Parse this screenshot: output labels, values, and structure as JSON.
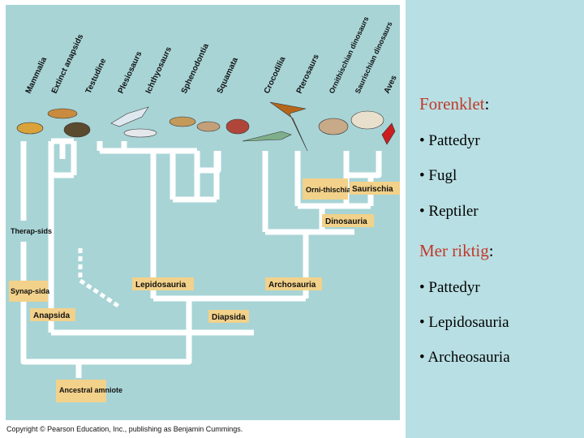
{
  "taxa": [
    "Mammalia",
    "Extinct anapsids",
    "Testudine",
    "Plesiosaurs",
    "Ichthyosaurs",
    "Sphenodontia",
    "Squamata",
    "Crocodilia",
    "Pterosaurs",
    "Ornithischian dinosaurs",
    "Saurischian dinosaurs",
    "Aves"
  ],
  "clades": {
    "ornithischia": "Orni-thischia",
    "saurischia": "Saurischia",
    "dinosauria": "Dinosauria",
    "therapsids": "Therap-sids",
    "synapsida": "Synap-sida",
    "lepidosauria": "Lepidosauria",
    "archosauria": "Archosauria",
    "anapsida": "Anapsida",
    "diapsida": "Diapsida",
    "ancestral_amniote": "Ancestral amniote"
  },
  "copyright": "Copyright © Pearson Education, Inc., publishing as Benjamin Cummings.",
  "sidebar": {
    "heading1": "Forenklet",
    "colon1": ":",
    "list1": [
      "• Pattedyr",
      "• Fugl",
      "• Reptiler"
    ],
    "heading2": "Mer riktig",
    "colon2": ":",
    "list2": [
      "• Pattedyr",
      "• Lepidosauria",
      "• Archeosauria"
    ]
  },
  "colors": {
    "figure_bg": "#a8d4d6",
    "sidebar_bg": "#b8dfe3",
    "label_bg": "#f2d18a",
    "heading": "#c0392b"
  }
}
